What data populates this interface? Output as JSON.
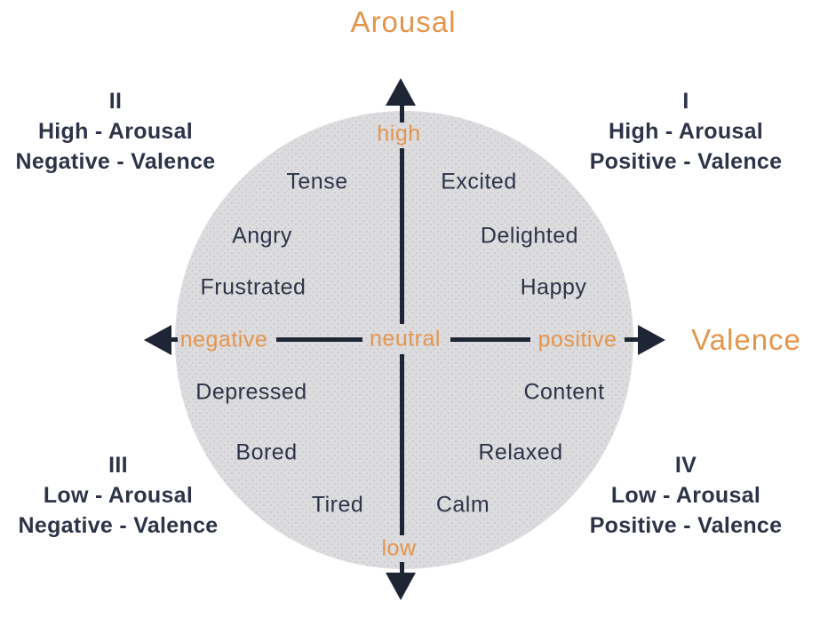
{
  "titles": {
    "arousal": "Arousal",
    "valence": "Valence"
  },
  "axes": {
    "vertical_top": "high",
    "vertical_bottom": "low",
    "horizontal_left": "negative",
    "center": "neutral",
    "horizontal_right": "positive"
  },
  "quadrants": [
    {
      "numeral": "I",
      "line1": "High - Arousal",
      "line2": "Positive - Valence",
      "position": "top-right"
    },
    {
      "numeral": "II",
      "line1": "High - Arousal",
      "line2": "Negative - Valence",
      "position": "top-left"
    },
    {
      "numeral": "III",
      "line1": "Low - Arousal",
      "line2": "Negative - Valence",
      "position": "bottom-left"
    },
    {
      "numeral": "IV",
      "line1": "Low - Arousal",
      "line2": "Positive - Valence",
      "position": "bottom-right"
    }
  ],
  "emotions": {
    "high_negative": [
      "Tense",
      "Angry",
      "Frustrated"
    ],
    "high_positive": [
      "Excited",
      "Delighted",
      "Happy"
    ],
    "low_negative": [
      "Depressed",
      "Bored",
      "Tired"
    ],
    "low_positive": [
      "Content",
      "Relaxed",
      "Calm"
    ]
  },
  "icons": {
    "up": "arrow-up-icon",
    "down": "arrow-down-icon",
    "left": "arrow-left-icon",
    "right": "arrow-right-icon"
  },
  "colors": {
    "accent_orange": "#e5954c",
    "text_navy": "#2d3447",
    "axis_navy": "#1e2534",
    "circle_fill": "#dcdbde",
    "background": "#ffffff"
  }
}
